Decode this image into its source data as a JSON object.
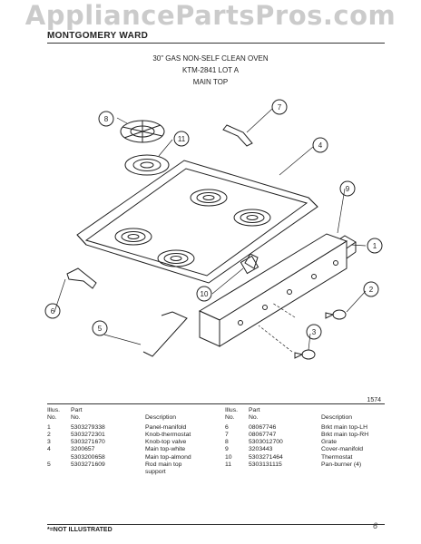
{
  "watermark": "AppliancePartsPros.com",
  "brand": "MONTGOMERY WARD",
  "title_lines": [
    "30\" GAS NON-SELF CLEAN OVEN",
    "KTM-2841 LOT A",
    "MAIN TOP"
  ],
  "callouts": [
    "1",
    "2",
    "3",
    "4",
    "5",
    "6",
    "7",
    "8",
    "9",
    "10",
    "11"
  ],
  "figure_number": "1574",
  "table_headers": {
    "illus_line1": "Illus.",
    "illus_line2": "No.",
    "part_line1": "Part",
    "part_line2": "No.",
    "description": "Description",
    "illus_line1_right": "Illus.",
    "illus_line2_right": "No.",
    "part_line1_right": "Part",
    "part_line2_right": "No.",
    "description_right": "Description"
  },
  "parts_left": [
    {
      "illus": "1",
      "part": "5303279338",
      "desc": "Panel-manifold"
    },
    {
      "illus": "2",
      "part": "5303272301",
      "desc": "Knob-thermostat"
    },
    {
      "illus": "3",
      "part": "5303271670",
      "desc": "Knob-top valve"
    },
    {
      "illus": "4",
      "part": "3200657",
      "desc": "Main top-white"
    },
    {
      "illus": "",
      "part": "5303200658",
      "desc": "Main top-almond"
    },
    {
      "illus": "5",
      "part": "5303271609",
      "desc": "Rod main top"
    },
    {
      "illus": "",
      "part": "",
      "desc": "support"
    }
  ],
  "parts_right": [
    {
      "illus": "6",
      "part": "08067746",
      "desc": "Brkt main top-LH"
    },
    {
      "illus": "7",
      "part": "08067747",
      "desc": "Brkt main top-RH"
    },
    {
      "illus": "8",
      "part": "5303012700",
      "desc": "Grate"
    },
    {
      "illus": "9",
      "part": "3203443",
      "desc": "Cover-manifold"
    },
    {
      "illus": "10",
      "part": "5303271464",
      "desc": "Thermostat"
    },
    {
      "illus": "11",
      "part": "5303131115",
      "desc": "Pan-burner (4)"
    }
  ],
  "footer_note": "*=NOT ILLUSTRATED",
  "page_mark": "6"
}
